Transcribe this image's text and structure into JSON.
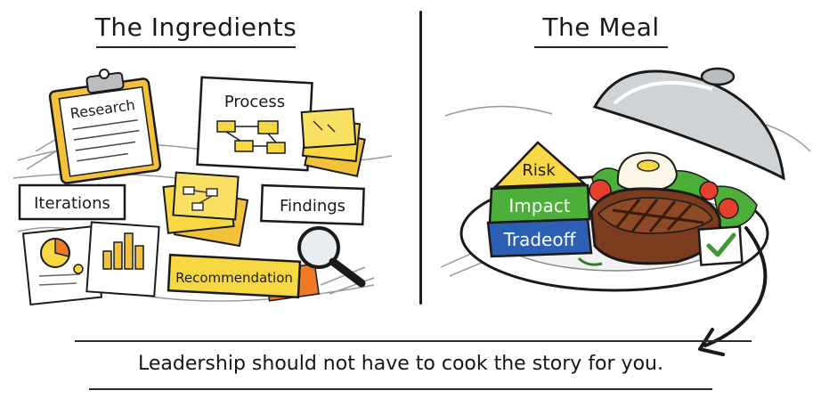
{
  "left_panel": {
    "title": "The Ingredients",
    "cards": {
      "research": "Research",
      "process": "Process",
      "iterations": "Iterations",
      "findings": "Findings",
      "recommendation": "Recommendation"
    }
  },
  "right_panel": {
    "title": "The Meal",
    "blocks": {
      "risk": "Risk",
      "impact": "Impact",
      "tradeoff": "Tradeoff"
    }
  },
  "caption": "Leadership should not have to cook the story for you.",
  "colors": {
    "yellow": "#f7d842",
    "green": "#4caf3a",
    "blue": "#2b5fb3",
    "orange": "#f07a25",
    "ink": "#1a1a1a"
  }
}
